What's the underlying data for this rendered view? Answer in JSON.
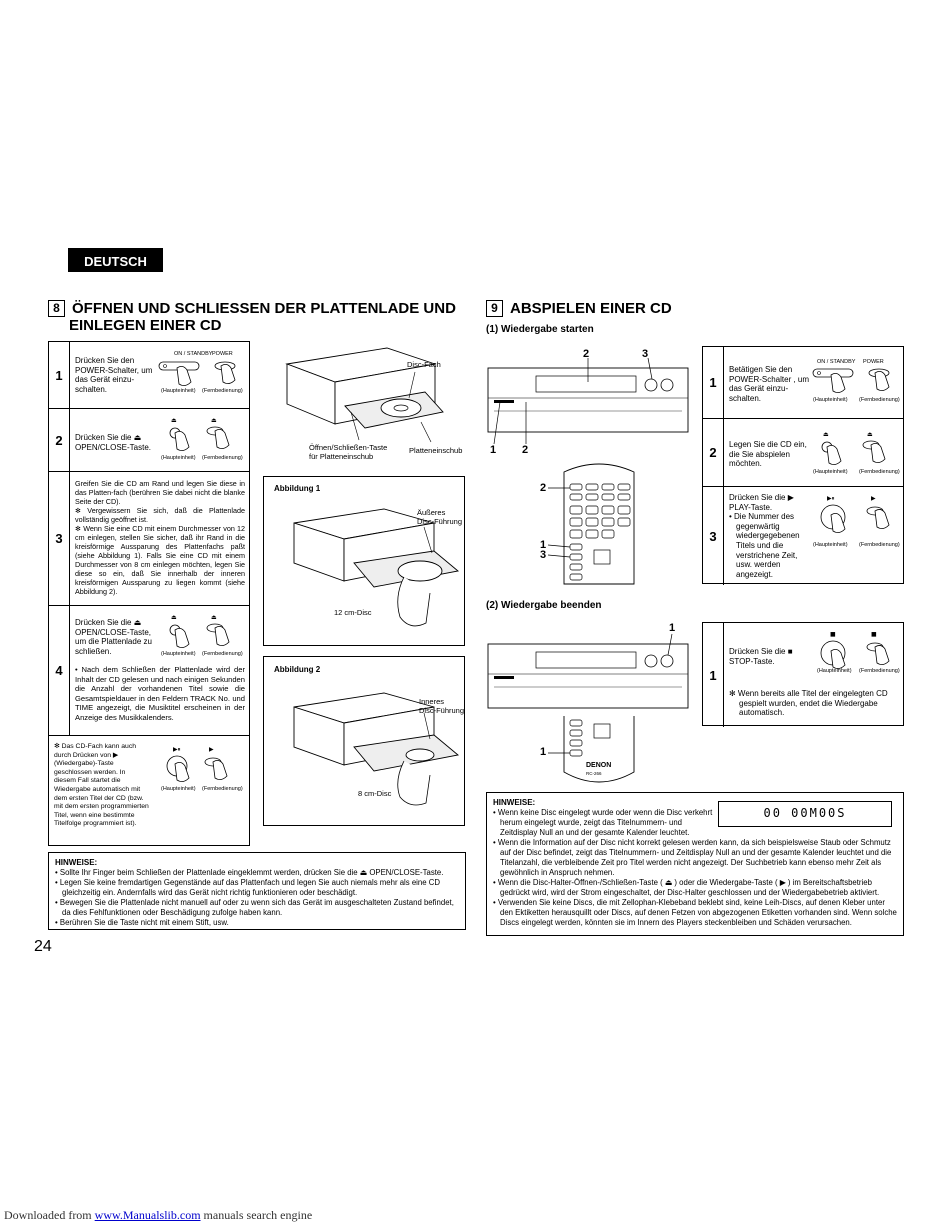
{
  "language_tab": "DEUTSCH",
  "section8": {
    "number": "8",
    "title_line1": "ÖFFNEN UND SCHLIESSEN DER PLATTENLADE UND",
    "title_line2": "EINLEGEN EINER CD",
    "steps": [
      {
        "num": "1",
        "text": "Drücken Sie den POWER-Schalter, um das Gerät einzu-schalten.",
        "icon_left_top": "ON / STANDBY",
        "icon_right_top": "POWER",
        "icon_left_cap": "(Haupteinheit)",
        "icon_right_cap": "(Fernbedienung)"
      },
      {
        "num": "2",
        "text": "Drücken Sie die ⏏ OPEN/CLOSE-Taste.",
        "icon_left_top": "⏏",
        "icon_right_top": "⏏",
        "icon_left_cap": "(Haupteinheit)",
        "icon_right_cap": "(Fernbedienung)"
      },
      {
        "num": "3",
        "text": "Greifen Sie die CD am Rand und legen Sie diese in das Platten-fach (berühren Sie dabei nicht die blanke Seite der CD).",
        "bullet1": "✻ Vergewissern Sie sich, daß die Plattenlade vollständig geöffnet ist.",
        "bullet2": "✻ Wenn Sie eine CD mit einem Durchmesser von 12 cm einlegen, stellen Sie sicher, daß ihr Rand in die kreisförmige Aussparung des Plattenfachs paßt (siehe Abbildung 1). Falls Sie eine CD mit einem Durchmesser von 8 cm einlegen möchten, legen Sie diese so ein, daß Sie innerhalb der inneren kreisförmigen Aussparung zu liegen kommt (siehe Abbildung 2)."
      },
      {
        "num": "4",
        "text": "Drücken Sie die ⏏ OPEN/CLOSE-Taste, um die Plattenlade zu schließen.",
        "icon_left_cap": "(Haupteinheit)",
        "icon_right_cap": "(Fernbedienung)",
        "bullet": "• Nach dem Schließen der Plattenlade wird der Inhalt der CD gelesen und nach einigen Sekunden die Anzahl der vorhandenen Titel sowie die Gesamtspieldauer in den Feldern TRACK No. und TIME angezeigt, die Musiktitel erscheinen in der Anzeige des Musikkalenders."
      }
    ],
    "footnote": "✻ Das CD-Fach kann auch durch Drücken von ▶ (Wiedergabe)-Taste geschlossen werden. In diesem Fall startet die Wiedergabe automatisch mit dem ersten Titel der CD (bzw. mit dem ersten programmierten Titel, wenn eine bestimmte Titelfolge programmiert ist).",
    "footnote_left_cap": "(Haupteinheit)",
    "footnote_right_cap": "(Fernbedienung)",
    "fig_top": {
      "disc_tray": "Disc-Fach",
      "open_close": "Öffnen/Schließen-Taste",
      "open_close2": "für Platteneinschub",
      "tray": "Platteneinschub"
    },
    "fig1": {
      "label": "Abbildung 1",
      "guide1": "Äußeres",
      "guide2": "Disc-Führung",
      "disc": "12 cm-Disc"
    },
    "fig2": {
      "label": "Abbildung 2",
      "guide1": "Inneres",
      "guide2": "Disc-Führung",
      "disc": "8 cm-Disc"
    },
    "notes_title": "HINWEISE:",
    "notes": [
      "• Sollte Ihr Finger beim Schließen der Plattenlade eingeklemmt werden, drücken Sie die ⏏ OPEN/CLOSE-Taste.",
      "• Legen Sie keine fremdartigen Gegenstände auf das Plattenfach und legen Sie auch niemals mehr als eine CD gleichzeitig ein. Andernfalls wird das Gerät nicht richtig funktionieren oder beschädigt.",
      "• Bewegen Sie die Plattenlade nicht manuell auf oder zu wenn sich das Gerät im ausgeschalteten Zustand befindet, da dies Fehlfunktionen oder Beschädigung zufolge haben kann.",
      "• Berühren Sie die Taste nicht mit einem Stift, usw."
    ]
  },
  "section9": {
    "number": "9",
    "title": "ABSPIELEN EINER CD",
    "sub1": "(1)  Wiedergabe starten",
    "sub2": "(2)  Wiedergabe beenden",
    "callouts_start": {
      "a": "2",
      "b": "3",
      "c": "1",
      "d": "2",
      "e": "2",
      "f": "1",
      "g": "3"
    },
    "callouts_stop": {
      "a": "1",
      "b": "1"
    },
    "steps_start": [
      {
        "num": "1",
        "text": "Betätigen Sie den POWER-Schalter , um das Gerät einzu-schalten.",
        "icon_left_top": "ON / STANDBY",
        "icon_right_top": "POWER",
        "icon_left_cap": "(Haupteinheit)",
        "icon_right_cap": "(Fernbedienung)"
      },
      {
        "num": "2",
        "text": "Legen Sie die CD ein, die Sie abspielen möchten.",
        "icon_left_cap": "(Haupteinheit)",
        "icon_right_cap": "(Fernbedienung)"
      },
      {
        "num": "3",
        "text": "Drücken Sie die ▶ PLAY-Taste.",
        "bullet": "• Die Nummer des gegenwärtig wiedergegebenen Titels und die verstrichene Zeit, usw. werden angezeigt.",
        "icon_left_cap": "(Haupteinheit)",
        "icon_right_cap": "(Fernbedienung)"
      }
    ],
    "steps_stop": [
      {
        "num": "1",
        "text": "Drücken Sie die ■ STOP-Taste.",
        "icon_left_cap": "(Haupteinheit)",
        "icon_right_cap": "(Fernbedienung)",
        "bullet": "✻ Wenn bereits alle Titel der eingelegten CD gespielt wurden, endet die Wiedergabe automatisch."
      }
    ],
    "remote_brand": "DENON",
    "remote_model": "RC-266",
    "lcd_display": "00  00M00S",
    "notes_title": "HINWEISE:",
    "notes": [
      "• Wenn keine Disc eingelegt wurde oder wenn die Disc verkehrt herum eingelegt wurde, zeigt das Titelnummern- und Zeitdisplay Null an und der gesamte Kalender leuchtet.",
      "• Wenn die Information auf der Disc nicht korrekt gelesen werden kann, da sich beispielsweise Staub oder Schmutz auf der Disc befindet, zeigt das Titelnummern- und Zeitdisplay Null an und der gesamte Kalender leuchtet und die Titelanzahl, die verbleibende Zeit pro Titel werden nicht angezeigt. Der Suchbetrieb kann ebenso mehr Zeit als gewöhnlich in Anspruch nehmen.",
      "• Wenn die Disc-Halter-Öffnen-/Schließen-Taste ( ⏏ ) oder die Wiedergabe-Taste ( ▶ ) im Bereitschaftsbetrieb gedrückt wird, wird der Strom eingeschaltet, der Disc-Halter geschlossen und der Wiedergabebetrieb aktiviert.",
      "• Verwenden Sie keine Discs, die mit Zellophan-Klebeband beklebt sind, keine Leih-Discs, auf denen Kleber unter den Ektiketten herausquillt oder Discs, auf denen Fetzen von abgezogenen Etiketten vorhanden sind. Wenn solche Discs eingelegt werden, könnten sie im Innern des Players steckenbleiben und Schäden verursachen."
    ]
  },
  "page_number": "24",
  "footer": {
    "prefix": "Downloaded from ",
    "link": "www.Manualslib.com",
    "suffix": " manuals search engine"
  }
}
